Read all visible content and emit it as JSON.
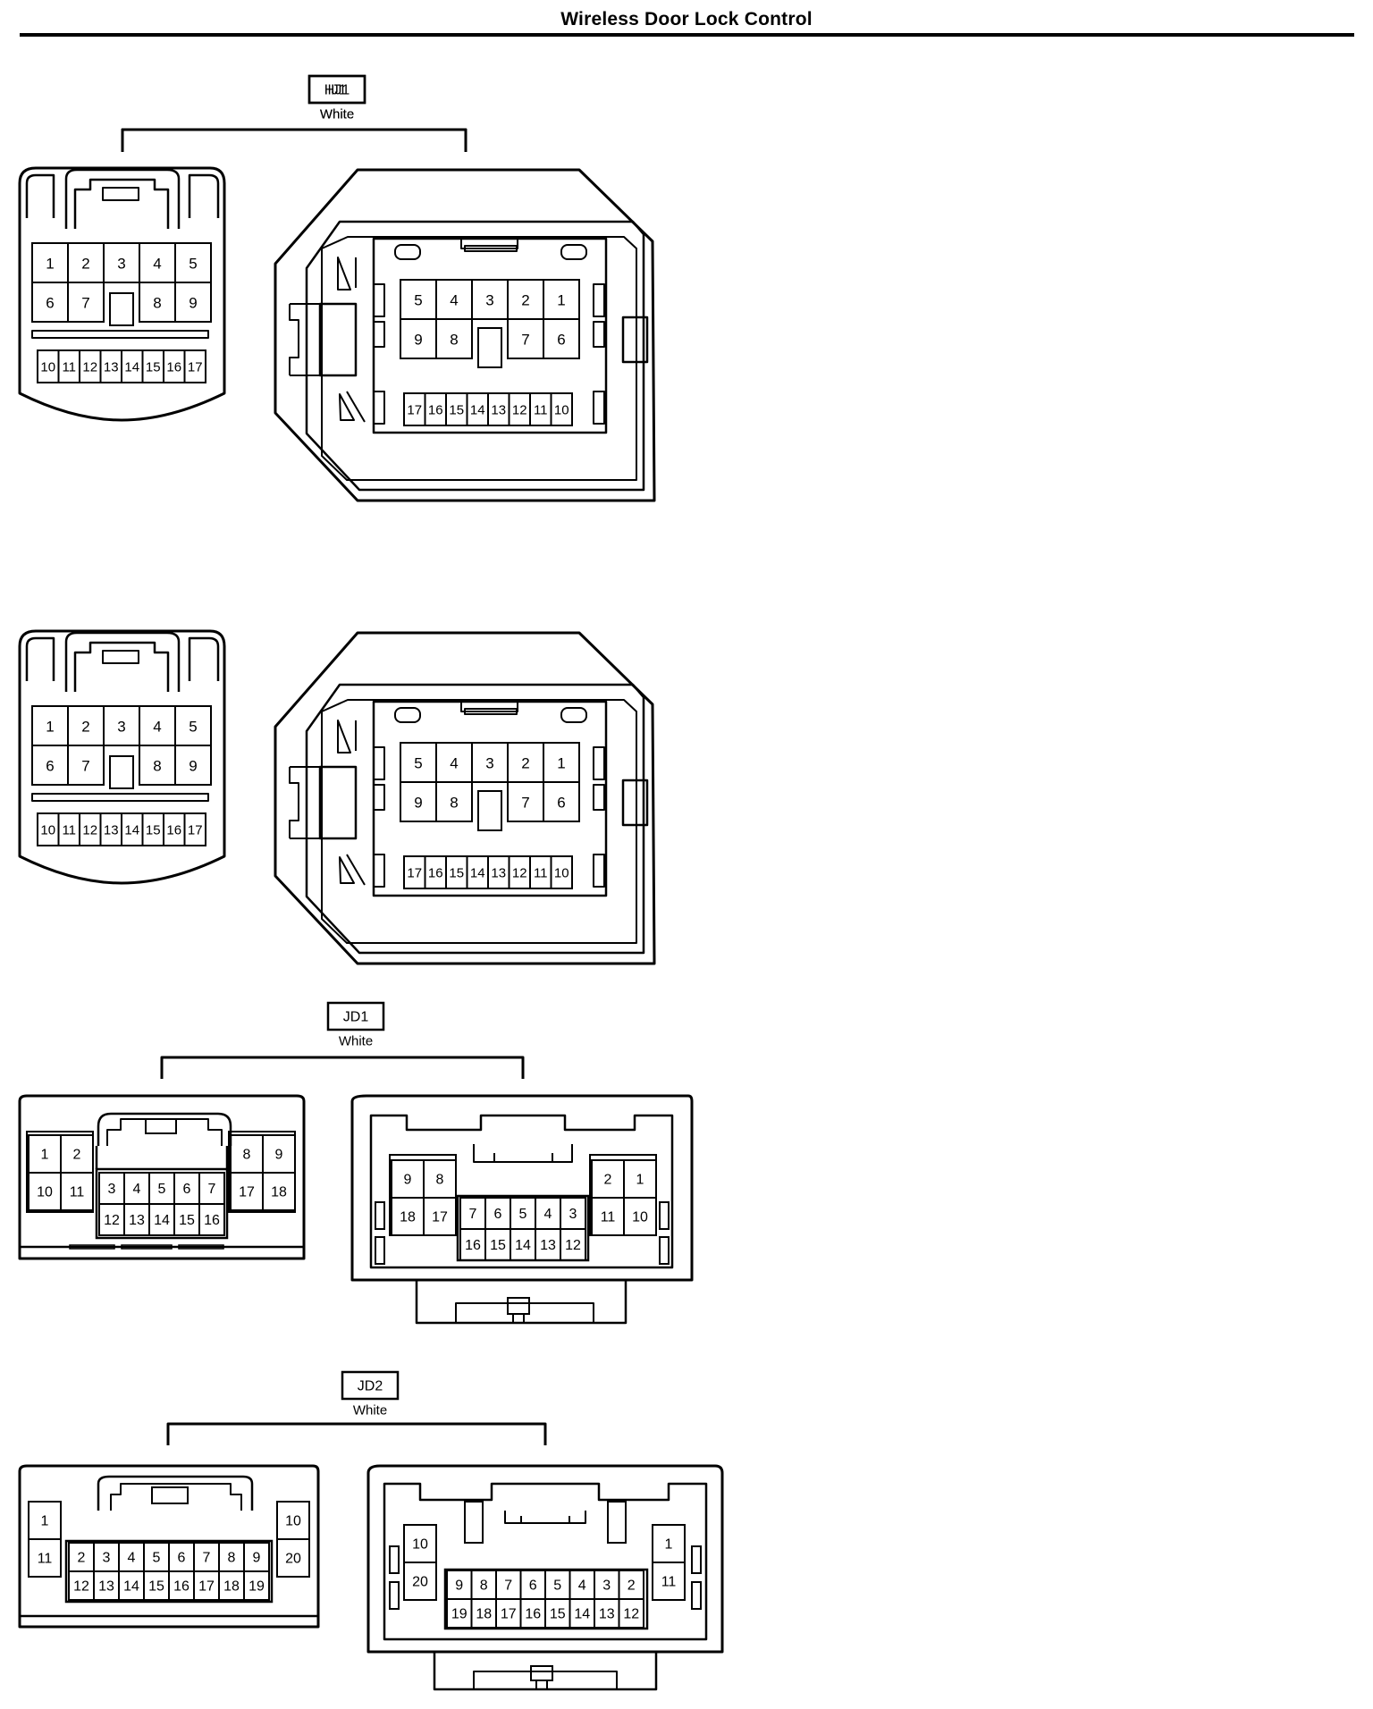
{
  "title": "Wireless Door Lock Control",
  "connectors": [
    {
      "id": "HJ1",
      "color": "White",
      "style": "large",
      "male": {
        "row1": [
          "1",
          "2",
          "3",
          "4",
          "5"
        ],
        "row2": [
          "6",
          "7",
          "",
          "8",
          "9"
        ],
        "row3": [
          "10",
          "11",
          "12",
          "13",
          "14",
          "15",
          "16",
          "17"
        ]
      },
      "female": {
        "row1": [
          "5",
          "4",
          "3",
          "2",
          "1"
        ],
        "row2": [
          "9",
          "8",
          "",
          "7",
          "6"
        ],
        "row3": [
          "17",
          "16",
          "15",
          "14",
          "13",
          "12",
          "11",
          "10"
        ]
      }
    },
    {
      "id": "IJ1",
      "color": "White",
      "style": "large",
      "male": {
        "row1": [
          "1",
          "2",
          "3",
          "4",
          "5"
        ],
        "row2": [
          "6",
          "7",
          "",
          "8",
          "9"
        ],
        "row3": [
          "10",
          "11",
          "12",
          "13",
          "14",
          "15",
          "16",
          "17"
        ]
      },
      "female": {
        "row1": [
          "5",
          "4",
          "3",
          "2",
          "1"
        ],
        "row2": [
          "9",
          "8",
          "",
          "7",
          "6"
        ],
        "row3": [
          "17",
          "16",
          "15",
          "14",
          "13",
          "12",
          "11",
          "10"
        ]
      }
    },
    {
      "id": "JD1",
      "color": "White",
      "style": "wide18",
      "male": {
        "left": [
          [
            "1",
            "2"
          ],
          [
            "10",
            "11"
          ]
        ],
        "center": [
          [
            "3",
            "4",
            "5",
            "6",
            "7"
          ],
          [
            "12",
            "13",
            "14",
            "15",
            "16"
          ]
        ],
        "right": [
          [
            "8",
            "9"
          ],
          [
            "17",
            "18"
          ]
        ]
      },
      "female": {
        "left": [
          [
            "9",
            "8"
          ],
          [
            "18",
            "17"
          ]
        ],
        "center": [
          [
            "7",
            "6",
            "5",
            "4",
            "3"
          ],
          [
            "16",
            "15",
            "14",
            "13",
            "12"
          ]
        ],
        "right": [
          [
            "2",
            "1"
          ],
          [
            "11",
            "10"
          ]
        ]
      }
    },
    {
      "id": "JD2",
      "color": "White",
      "style": "wide20",
      "male": {
        "left": [
          "1",
          "11"
        ],
        "center": [
          [
            "2",
            "3",
            "4",
            "5",
            "6",
            "7",
            "8",
            "9"
          ],
          [
            "12",
            "13",
            "14",
            "15",
            "16",
            "17",
            "18",
            "19"
          ]
        ],
        "right": [
          "10",
          "20"
        ]
      },
      "female": {
        "left": [
          "10",
          "20"
        ],
        "center": [
          [
            "9",
            "8",
            "7",
            "6",
            "5",
            "4",
            "3",
            "2"
          ],
          [
            "19",
            "18",
            "17",
            "16",
            "15",
            "14",
            "13",
            "12"
          ]
        ],
        "right": [
          "1",
          "11"
        ]
      }
    }
  ]
}
